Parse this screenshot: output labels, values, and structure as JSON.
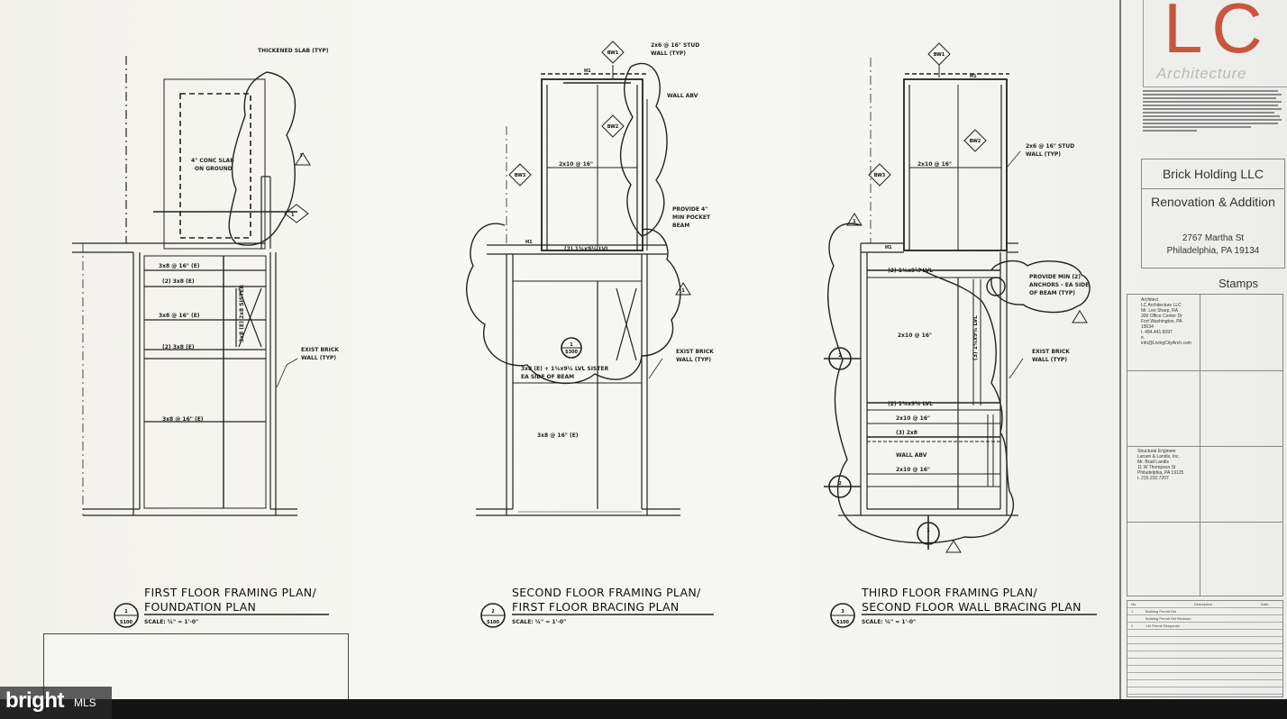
{
  "plans": [
    {
      "title_line1": "FIRST FLOOR FRAMING PLAN/",
      "title_line2": "FOUNDATION PLAN",
      "number": "1",
      "sheet": "S100",
      "scale": "SCALE: ¼\" = 1'-0\"",
      "notes": {
        "thickened_slab": "THICKENED SLAB (TYP)",
        "slab_line1": "4\" CONC SLAB",
        "slab_line2": "ON GROUND",
        "joist_1": "3x8 @ 16\" (E)",
        "joist_2": "(2) 3x8 (E)",
        "joist_3": "3x8 @ 16\" (E)",
        "joist_4": "(2) 3x8 (E)",
        "joist_5": "3x8 @ 16\" (E)",
        "sister": "3x8 (E) 2x8 SISTER",
        "brick_line1": "EXIST BRICK",
        "brick_line2": "WALL (TYP)"
      }
    },
    {
      "title_line1": "SECOND FLOOR FRAMING PLAN/",
      "title_line2": "FIRST FLOOR BRACING PLAN",
      "number": "2",
      "sheet": "S100",
      "scale": "SCALE: ¼\" = 1'-0\"",
      "notes": {
        "stud_line1": "2x6 @ 16\" STUD",
        "stud_line2": "WALL (TYP)",
        "wall_abv": "WALL ABV",
        "joist": "2x10 @ 16\"",
        "pocket_line1": "PROVIDE 4\"",
        "pocket_line2": "MIN POCKET",
        "pocket_line3": "BEAM",
        "lvl": "(2) 1¾x9¼ LVL",
        "sister_line1": "3x8 (E) + 1¾x9¼ LVL SISTER",
        "sister_line2": "EA SIDE OF BEAM",
        "joist_lower": "3x8 @ 16\" (E)",
        "brick_line1": "EXIST BRICK",
        "brick_line2": "WALL (TYP)"
      }
    },
    {
      "title_line1": "THIRD FLOOR FRAMING PLAN/",
      "title_line2": "SECOND FLOOR WALL BRACING PLAN",
      "number": "3",
      "sheet": "S100",
      "scale": "SCALE: ¼\" = 1'-0\"",
      "notes": {
        "stud_line1": "2x6 @ 16\" STUD",
        "stud_line2": "WALL (TYP)",
        "joist_top": "2x10 @ 16\"",
        "lvl_1": "(2) 1¾x9¼ LVL",
        "anchors_line1": "PROVIDE MIN (2)",
        "anchors_line2": "ANCHORS - EA SIDE",
        "anchors_line3": "OF BEAM (TYP)",
        "joist_mid": "2x10 @ 16\"",
        "lvl_vert": "(3) 1¾x9¼ LVL",
        "brick_line1": "EXIST BRICK",
        "brick_line2": "WALL (TYP)",
        "lvl_2": "(2) 1¾x9¼ LVL",
        "joist_3": "2x10 @ 16\"",
        "lvl_3": "(3) 2x8",
        "wall_abv": "WALL ABV",
        "joist_4": "2x10 @ 16\""
      }
    }
  ],
  "tags": {
    "bw1": "BW1",
    "bw2": "BW2",
    "bw3": "BW3",
    "h1": "H1",
    "section_1": "1",
    "section_2": "2",
    "section_sheet": "S300",
    "revision": "1"
  },
  "title_block": {
    "logo": "LC",
    "logo_subtitle": "Architecture",
    "client": "Brick Holding LLC",
    "project": "Renovation & Addition",
    "address_line1": "2767 Martha St",
    "address_line2": "Philadelphia, PA 19134",
    "stamps_label": "Stamps",
    "architect": [
      "Architect",
      "LC Architecture LLC",
      "Mr. Lee Sharp, RA",
      "300 Office Center Dr",
      "Fort Washington, PA",
      "19034",
      "t. 484.441.6097",
      "e.",
      "info@LivingCityArch.com"
    ],
    "engineer": [
      "Structural Engineer",
      "Larsen & Landis, Inc.",
      "Mr. Brad Landis",
      "11 W Thompson St",
      "Philadelphia, PA 19125",
      "t. 215.232.7207"
    ],
    "revisions": {
      "headers": [
        "No.",
        "Description",
        "Date"
      ],
      "rows": [
        [
          "1",
          "Building Permit Set",
          ""
        ],
        [
          "",
          "Building Permit Set Revision",
          ""
        ],
        [
          "2",
          "L&I Permit Response",
          ""
        ]
      ]
    }
  },
  "watermark": {
    "brand": "bright",
    "suffix": "MLS"
  },
  "colors": {
    "logo": "#c8563c",
    "ink": "#222222",
    "paper": "#f5f5f1"
  }
}
